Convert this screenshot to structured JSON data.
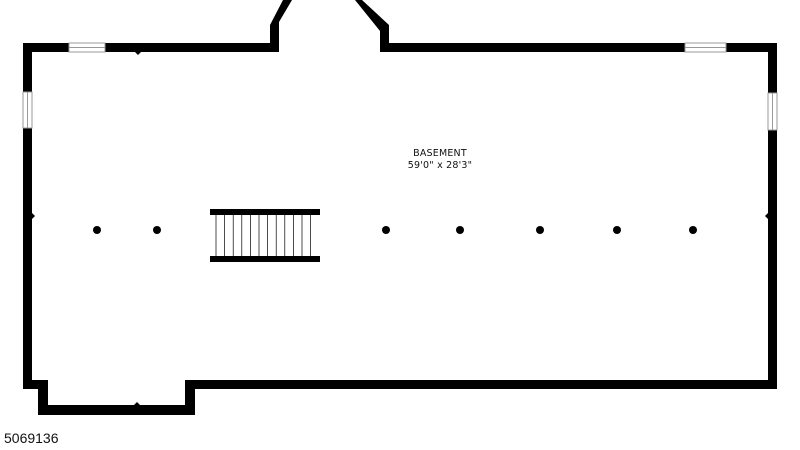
{
  "room": {
    "name": "BASEMENT",
    "dimensions": "59'0\" x 28'3\""
  },
  "listing_id": "5069136",
  "colors": {
    "wall": "#000000",
    "window_fill": "#ffffff",
    "window_line": "#9a9a9a",
    "background": "#ffffff"
  }
}
